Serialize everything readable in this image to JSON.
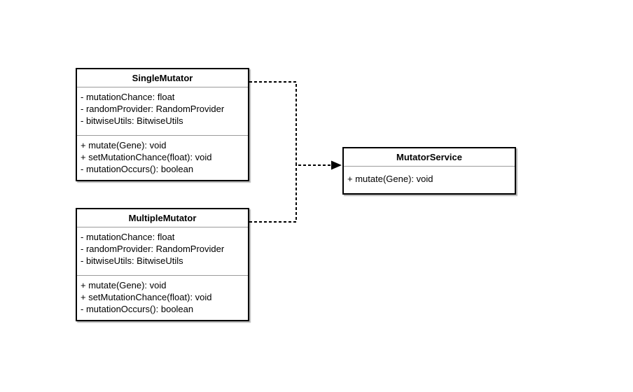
{
  "diagram": {
    "type": "uml-class-diagram",
    "background": "#ffffff",
    "colors": {
      "shape_border": "#000000",
      "shape_fill": "#ffffff",
      "divider": "#9c9c9c",
      "connector": "#000000",
      "text": "#000000"
    },
    "classes": [
      {
        "id": "single-mutator",
        "name": "SingleMutator",
        "attributes": [
          "- mutationChance: float",
          "- randomProvider: RandomProvider",
          "- bitwiseUtils: BitwiseUtils"
        ],
        "methods": [
          "+ mutate(Gene): void",
          "+ setMutationChance(float): void",
          "- mutationOccurs(): boolean"
        ]
      },
      {
        "id": "multiple-mutator",
        "name": "MultipleMutator",
        "attributes": [
          "- mutationChance: float",
          "- randomProvider: RandomProvider",
          "- bitwiseUtils: BitwiseUtils"
        ],
        "methods": [
          "+ mutate(Gene): void",
          "+ setMutationChance(float): void",
          "- mutationOccurs(): boolean"
        ]
      },
      {
        "id": "mutator-service",
        "name": "MutatorService",
        "attributes": [],
        "methods": [
          "+ mutate(Gene): void"
        ]
      }
    ],
    "relationships": [
      {
        "from": "SingleMutator",
        "to": "MutatorService",
        "line": "dashed",
        "arrowhead": "filled-triangle"
      },
      {
        "from": "MultipleMutator",
        "to": "MutatorService",
        "line": "dashed",
        "arrowhead": "filled-triangle"
      }
    ]
  }
}
